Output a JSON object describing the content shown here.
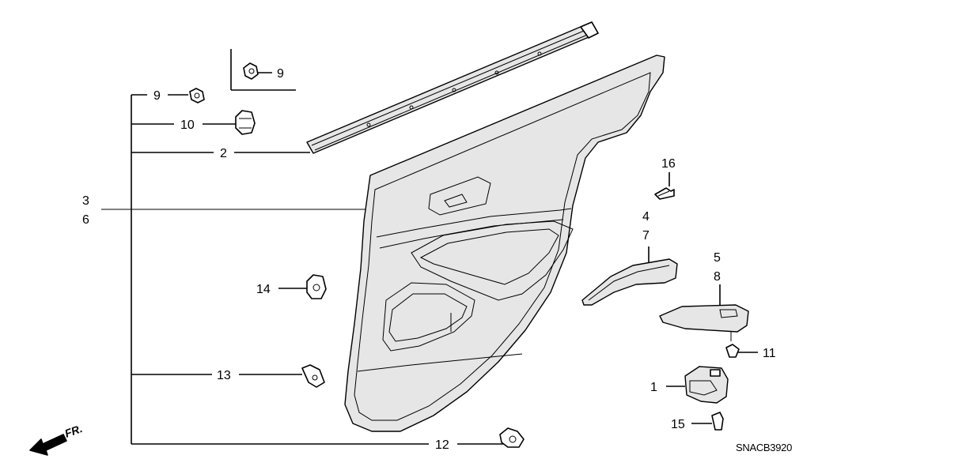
{
  "diagram": {
    "part_labels": {
      "p1": "1",
      "p2": "2",
      "p3": "3",
      "p4": "4",
      "p5": "5",
      "p6": "6",
      "p7": "7",
      "p8": "8",
      "p9a": "9",
      "p9b": "9",
      "p10": "10",
      "p11": "11",
      "p12": "12",
      "p13": "13",
      "p14": "14",
      "p15": "15",
      "p16": "16"
    },
    "direction_label": "FR.",
    "diagram_code": "SNACB3920"
  }
}
